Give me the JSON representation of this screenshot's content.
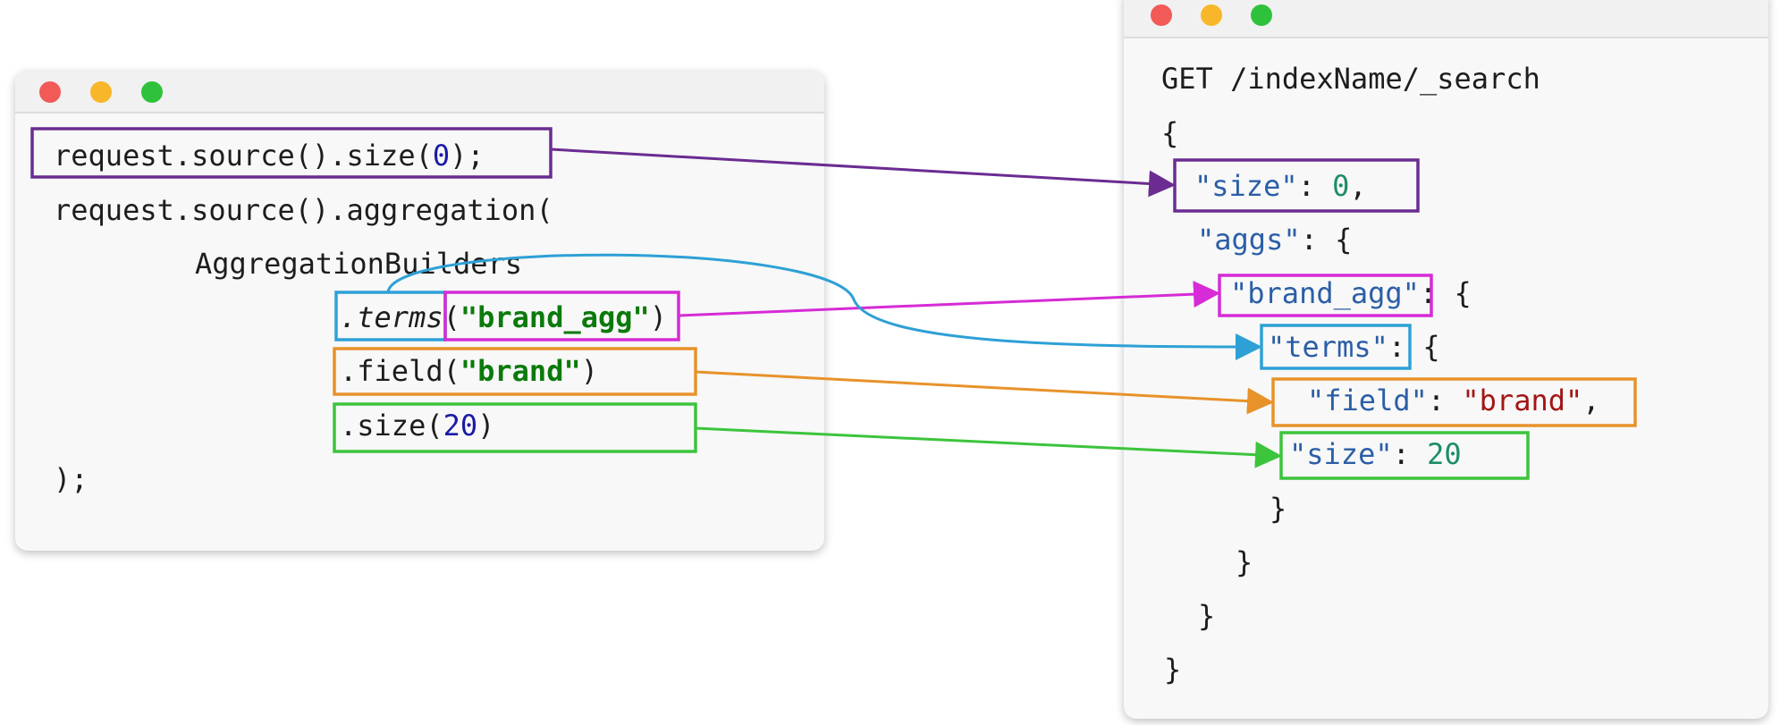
{
  "java_window": {
    "lines": {
      "l1_pre": "request.source().size(",
      "l1_num": "0",
      "l1_post": ");",
      "l2": "request.source().aggregation(",
      "l3": "AggregationBuilders",
      "l4_method": ".terms",
      "l4_open": "(",
      "l4_str": "\"brand_agg\"",
      "l4_close": ")",
      "l5_pre": ".field(",
      "l5_str": "\"brand\"",
      "l5_post": ")",
      "l6_pre": ".size(",
      "l6_num": "20",
      "l6_post": ")",
      "l7": ");"
    }
  },
  "dsl_window": {
    "lines": {
      "l1": "GET /indexName/_search",
      "l2": "{",
      "l3_key": "\"size\"",
      "l3_sep": ": ",
      "l3_val": "0",
      "l3_post": ",",
      "l4_key": "\"aggs\"",
      "l4_post": ": {",
      "l5_key": "\"brand_agg\"",
      "l5_post": ": {",
      "l6_key": "\"terms\"",
      "l6_post": ": {",
      "l7_key": "\"field\"",
      "l7_sep": ": ",
      "l7_val": "\"brand\"",
      "l7_post": ",",
      "l8_key": "\"size\"",
      "l8_sep": ": ",
      "l8_val": "20",
      "l9": "}",
      "l10": "}",
      "l11": "}",
      "l12": "}"
    }
  },
  "mapping_colors": {
    "size0": "#6a2c91",
    "brand_agg": "#d62bd6",
    "terms": "#2ea0d6",
    "field": "#e8922a",
    "size20": "#3cc43c"
  }
}
